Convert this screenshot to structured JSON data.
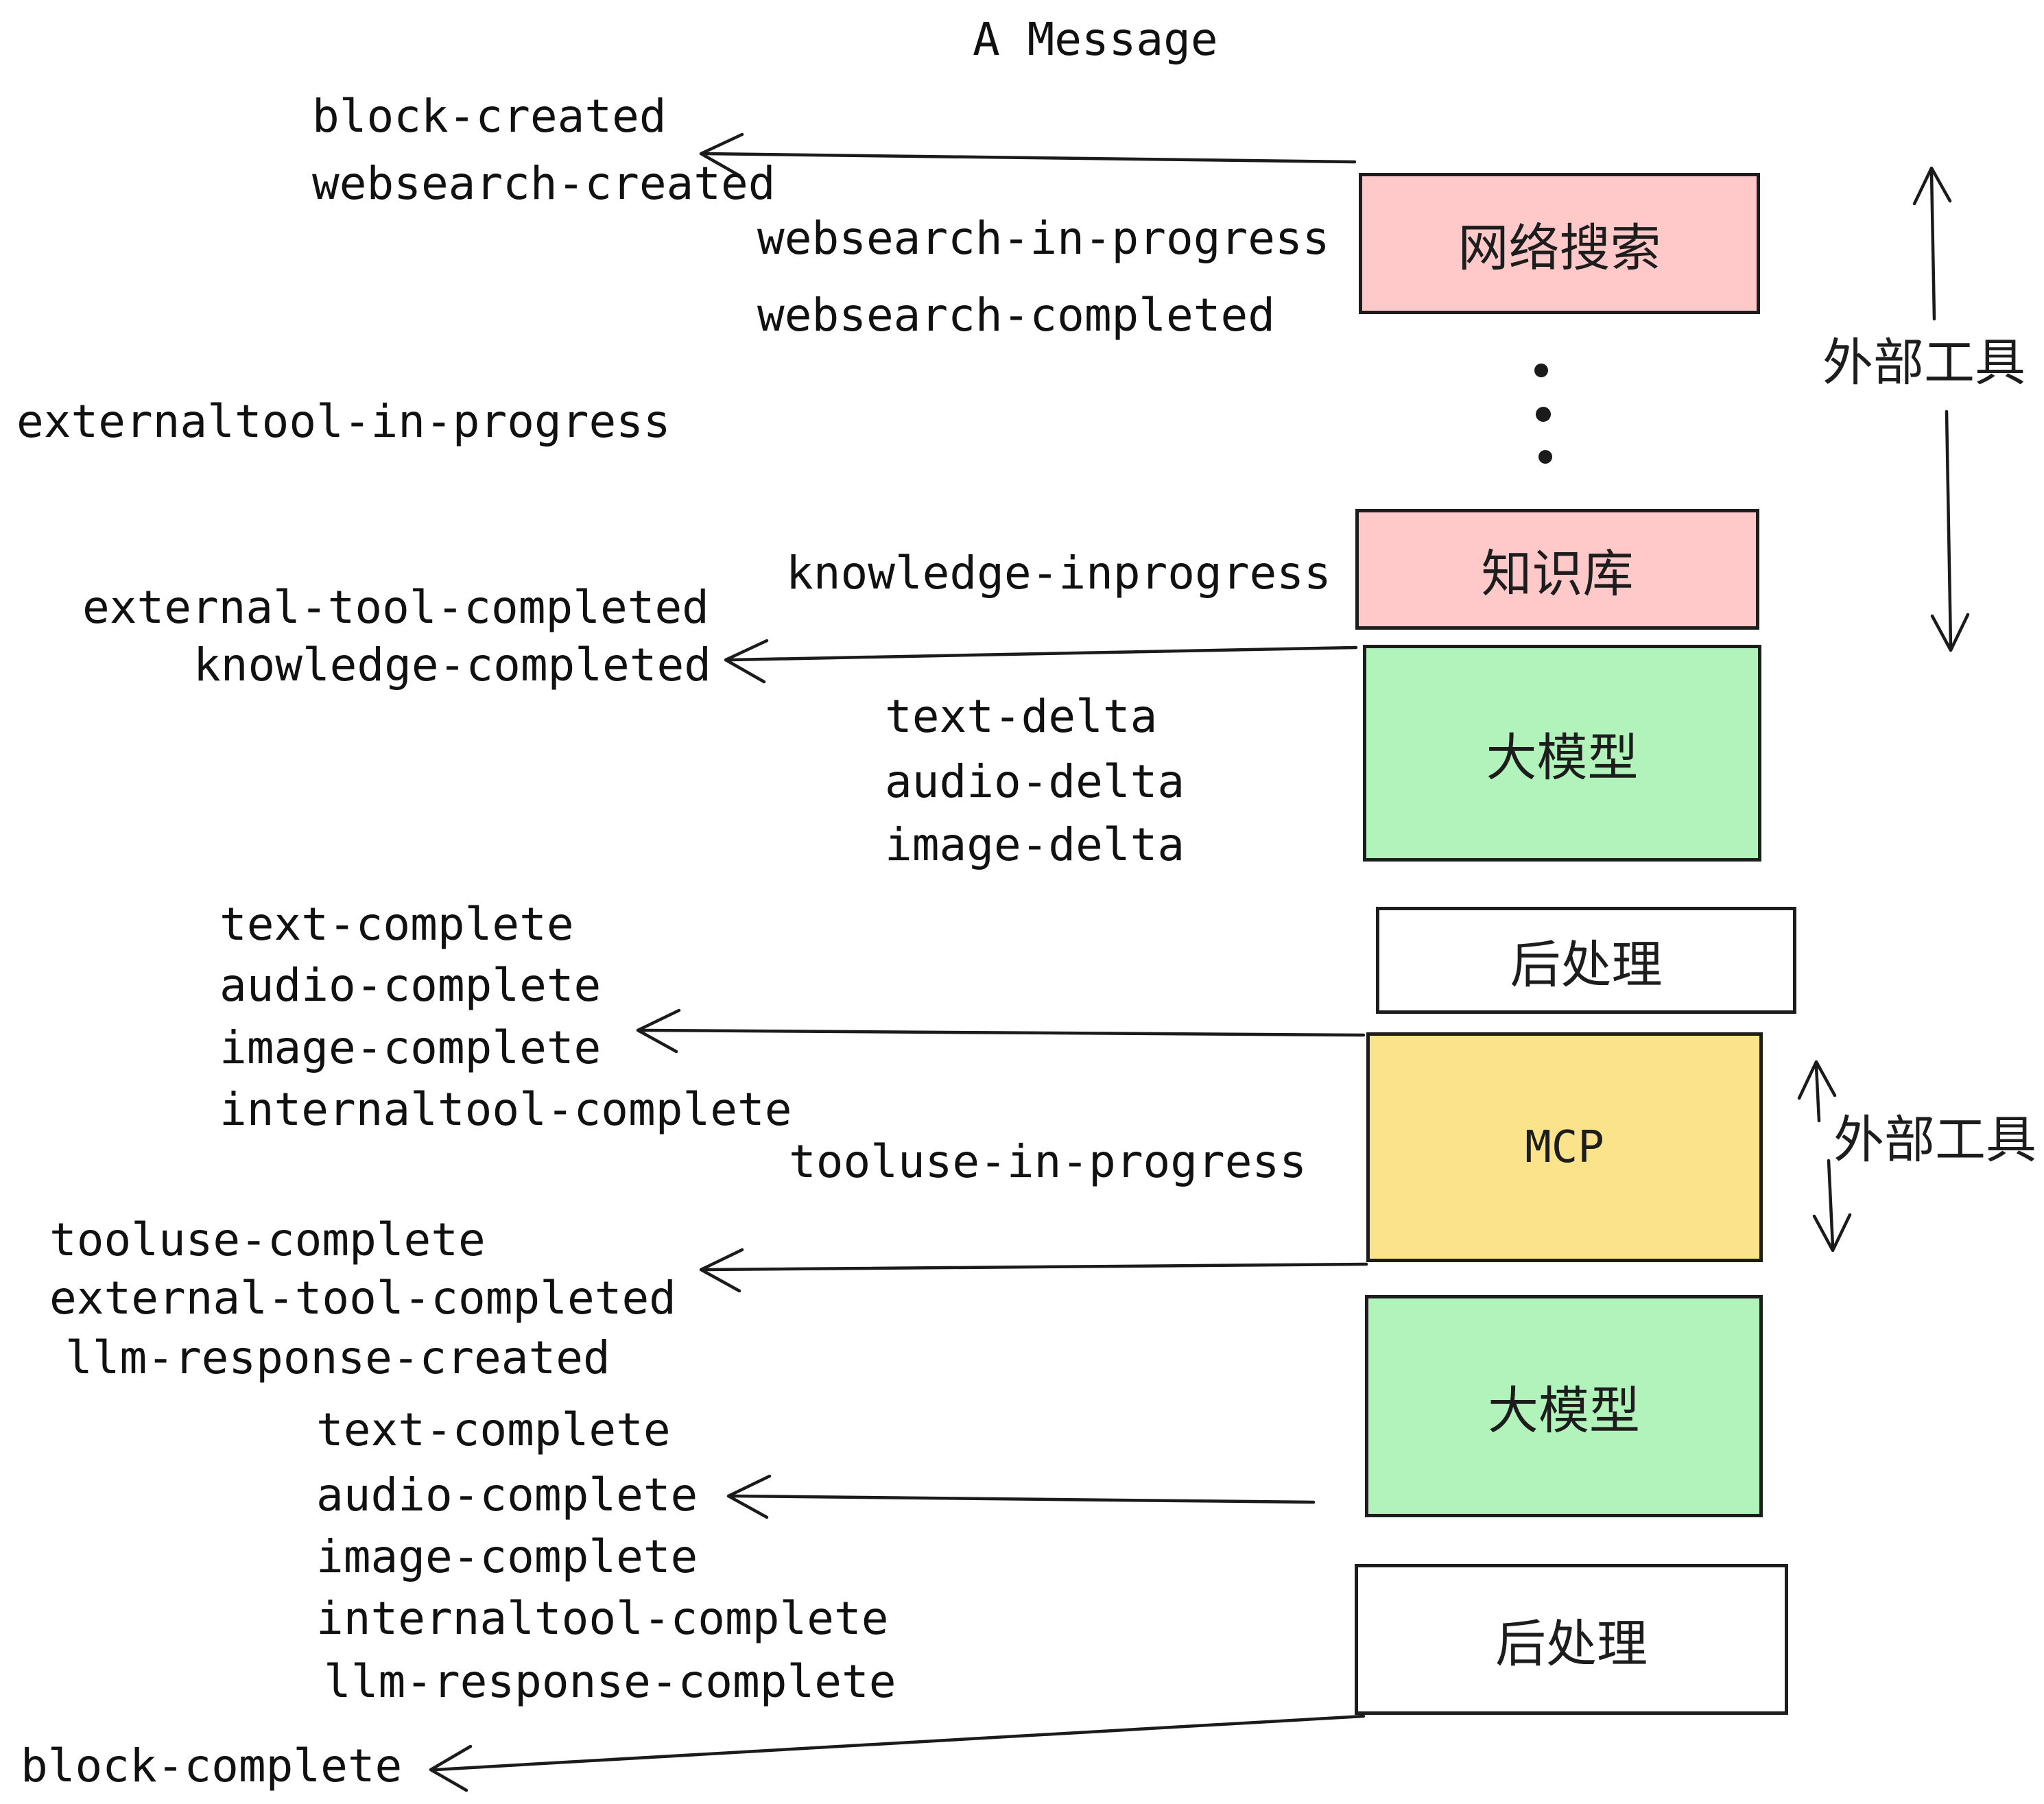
{
  "title": "A Message",
  "colors": {
    "box_pink": "#ffc9c9",
    "box_green": "#b2f2bb",
    "box_yellow": "#fbe38c",
    "box_white": "#ffffff",
    "line": "#1b1b1b"
  },
  "boxes": [
    {
      "label": "网络搜索",
      "color": "pink"
    },
    {
      "label": "知识库",
      "color": "pink"
    },
    {
      "label": "大模型",
      "color": "green"
    },
    {
      "label": "后处理",
      "color": "white"
    },
    {
      "label": "MCP",
      "color": "yellow"
    },
    {
      "label": "大模型",
      "color": "green"
    },
    {
      "label": "后处理",
      "color": "white"
    }
  ],
  "side_labels": [
    {
      "text": "外部工具"
    },
    {
      "text": "外部工具"
    }
  ],
  "events": [
    {
      "text": "block-created"
    },
    {
      "text": "websearch-created"
    },
    {
      "text": "websearch-in-progress"
    },
    {
      "text": "websearch-completed"
    },
    {
      "text": "externaltool-in-progress"
    },
    {
      "text": "knowledge-inprogress"
    },
    {
      "text": "external-tool-completed"
    },
    {
      "text": "knowledge-completed"
    },
    {
      "text": "text-delta"
    },
    {
      "text": "audio-delta"
    },
    {
      "text": "image-delta"
    },
    {
      "text": "text-complete"
    },
    {
      "text": "audio-complete"
    },
    {
      "text": "image-complete"
    },
    {
      "text": "internaltool-complete"
    },
    {
      "text": "tooluse-in-progress"
    },
    {
      "text": "tooluse-complete"
    },
    {
      "text": "external-tool-completed"
    },
    {
      "text": "llm-response-created"
    },
    {
      "text": "text-complete"
    },
    {
      "text": "audio-complete"
    },
    {
      "text": "image-complete"
    },
    {
      "text": "internaltool-complete"
    },
    {
      "text": "llm-response-complete"
    },
    {
      "text": "block-complete"
    }
  ]
}
